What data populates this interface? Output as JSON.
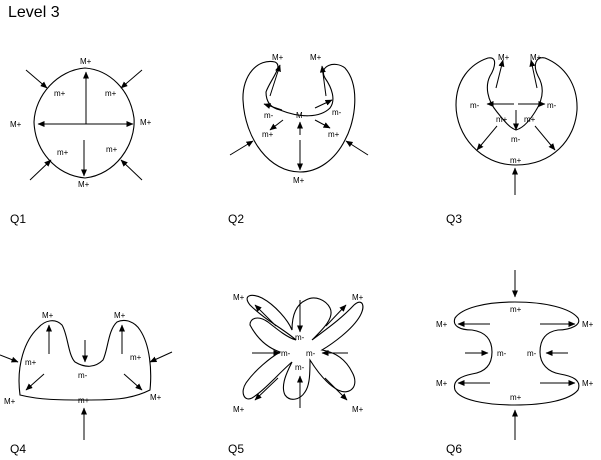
{
  "title": "Level 3",
  "labels": {
    "M_plus": "M+",
    "m_plus": "m+",
    "m_minus": "m-",
    "M_minus": "M-"
  },
  "panels": [
    {
      "id": "Q1",
      "label": "Q1"
    },
    {
      "id": "Q2",
      "label": "Q2"
    },
    {
      "id": "Q3",
      "label": "Q3"
    },
    {
      "id": "Q4",
      "label": "Q4"
    },
    {
      "id": "Q5",
      "label": "Q5"
    },
    {
      "id": "Q6",
      "label": "Q6"
    }
  ]
}
